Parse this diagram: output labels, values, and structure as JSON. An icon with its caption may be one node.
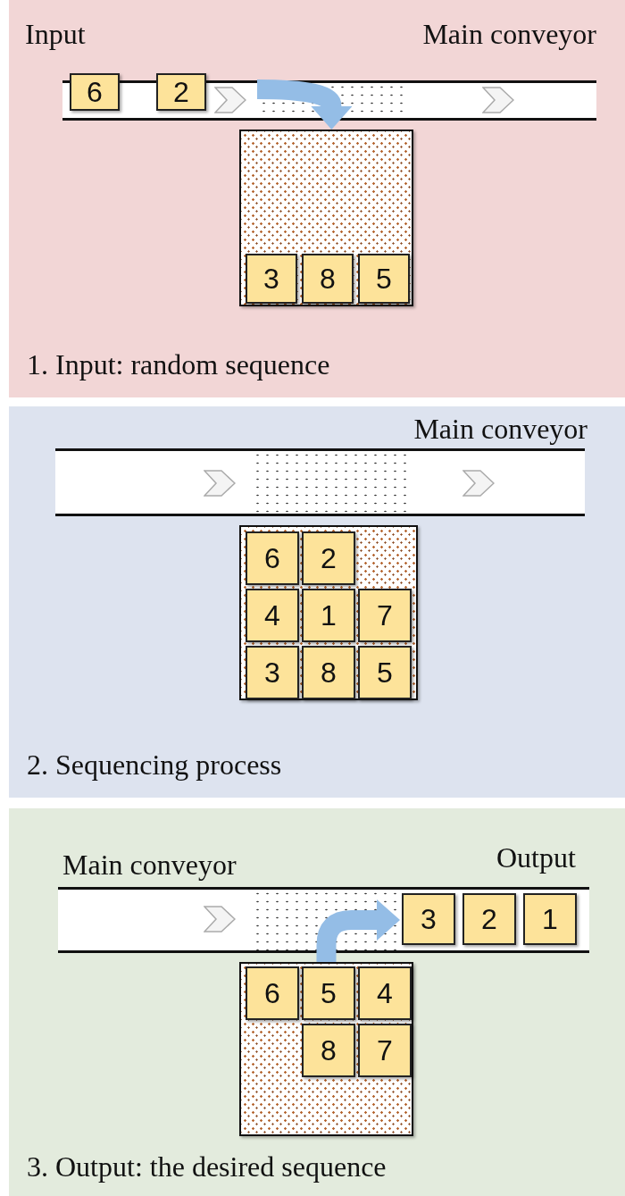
{
  "diagram": {
    "nodes": [
      {
        "text": [
          "1. Input: random sequence"
        ]
      },
      {
        "text": [
          "Main conveyor"
        ],
        "beside": [
          "Input"
        ],
        "in": 0
      },
      {
        "text": [
          "6"
        ],
        "in": 1
      },
      {
        "text": [
          "2"
        ],
        "in": 1
      },
      {
        "text": [],
        "shape": "box",
        "in": 0
      },
      {
        "text": [
          "3"
        ],
        "in": 4
      },
      {
        "text": [
          "8"
        ],
        "in": 4
      },
      {
        "text": [
          "5"
        ],
        "in": 4
      },
      {
        "text": [
          "2. Sequencing process"
        ]
      },
      {
        "text": [
          "Main conveyor"
        ],
        "in": 8
      },
      {
        "text": [],
        "shape": "box",
        "in": 8
      },
      {
        "text": [
          "6"
        ],
        "in": 10
      },
      {
        "text": [
          "2"
        ],
        "in": 10
      },
      {
        "text": [
          "4"
        ],
        "in": 10
      },
      {
        "text": [
          "1"
        ],
        "in": 10
      },
      {
        "text": [
          "7"
        ],
        "in": 10
      },
      {
        "text": [
          "3"
        ],
        "in": 10
      },
      {
        "text": [
          "8"
        ],
        "in": 10
      },
      {
        "text": [
          "5"
        ],
        "in": 10
      },
      {
        "text": [
          "3. Output: the desired sequence"
        ]
      },
      {
        "text": [
          "Main conveyor"
        ],
        "beside": [
          "Output"
        ],
        "in": 19
      },
      {
        "text": [
          "3"
        ],
        "in": 20
      },
      {
        "text": [
          "2"
        ],
        "in": 20
      },
      {
        "text": [
          "1"
        ],
        "in": 20
      },
      {
        "text": [],
        "shape": "box",
        "in": 19
      },
      {
        "text": [
          "6"
        ],
        "in": 24
      },
      {
        "text": [
          "5"
        ],
        "in": 24
      },
      {
        "text": [
          "4"
        ],
        "in": 24
      },
      {
        "text": [
          "8"
        ],
        "in": 24
      },
      {
        "text": [
          "7"
        ],
        "in": 24
      }
    ],
    "edges": [
      {
        "from": 1,
        "to": 4,
        "arrow": "to"
      },
      {
        "from": 24,
        "to": 20,
        "arrow": "to"
      }
    ]
  }
}
